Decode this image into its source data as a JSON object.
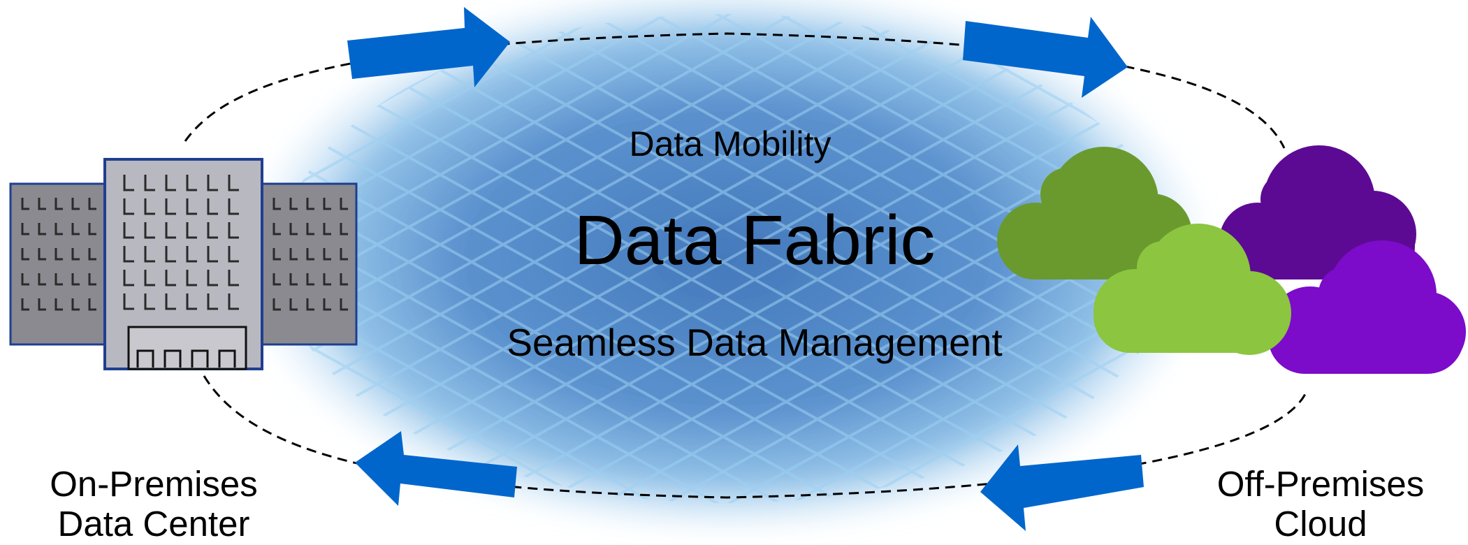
{
  "title": "Data Fabric",
  "top_label": "Data Mobility",
  "bottom_label": "Seamless Data Management",
  "left_node": {
    "line1": "On-Premises",
    "line2": "Data Center"
  },
  "right_node": {
    "line1": "Off-Premises",
    "line2": "Cloud"
  },
  "colors": {
    "arrow": "#0066CC",
    "cloud_dark_green": "#6A9A2E",
    "cloud_light_green": "#8CC540",
    "cloud_dark_purple": "#5C0A94",
    "cloud_light_purple": "#7C0BCA",
    "building_face": "#B8B8C0",
    "building_side": "#8A8A90",
    "building_outline": "#1F3F8F",
    "fabric_blue": "#3A7FC8"
  }
}
